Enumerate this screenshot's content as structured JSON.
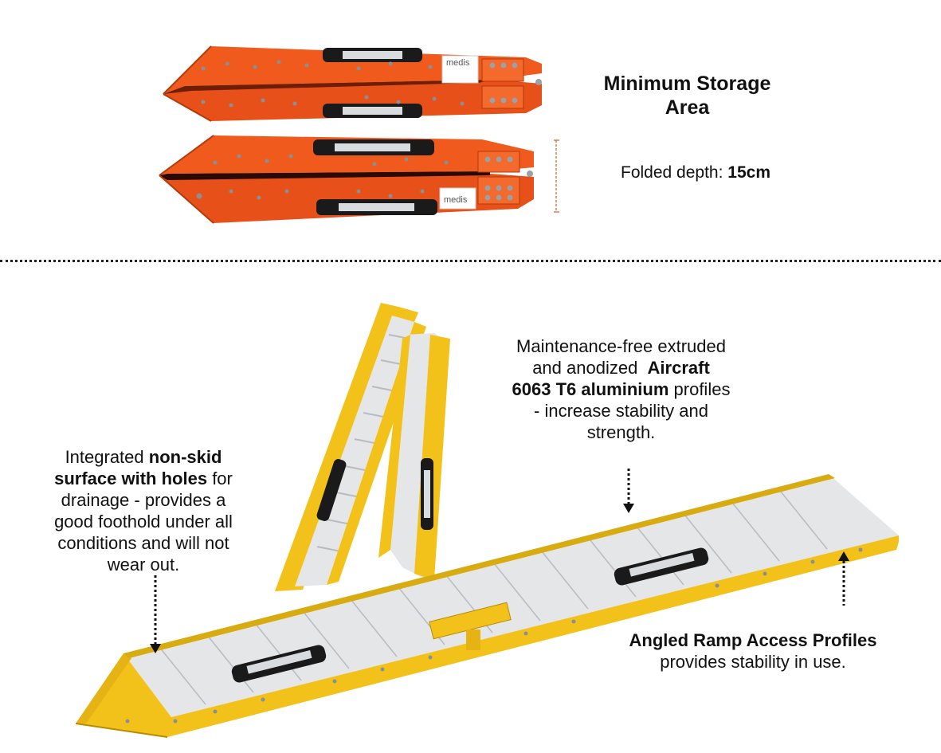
{
  "storage": {
    "title": "Minimum Storage Area",
    "depth_label": "Folded depth:",
    "depth_value": "15cm"
  },
  "logo_text": "medis",
  "callouts": {
    "aluminium": {
      "line1": "Maintenance-free extruded",
      "line2_pre": "and anodized ",
      "line2_bold": "Aircraft",
      "line3_bold": "6063 T6 aluminium",
      "line3_post": " profiles",
      "line4": "- increase stability and",
      "line5": "strength."
    },
    "nonskid": {
      "line1_pre": "Integrated ",
      "line1_bold": "non-skid",
      "line2_bold": "surface with holes",
      "line2_post": " for",
      "line3": "drainage - provides a",
      "line4": "good foothold under all",
      "line5": "conditions and will not",
      "line6": "wear out."
    },
    "angled": {
      "title": "Angled Ramp Access Profiles",
      "body": "provides stability in use."
    }
  },
  "colors": {
    "orange": "#f05a1c",
    "orange_dark": "#b33a0a",
    "yellow": "#f2c21a",
    "yellow_dark": "#b78d00",
    "aluminium": "#e4e6e8",
    "dimension_marker": "#e07a4a"
  }
}
